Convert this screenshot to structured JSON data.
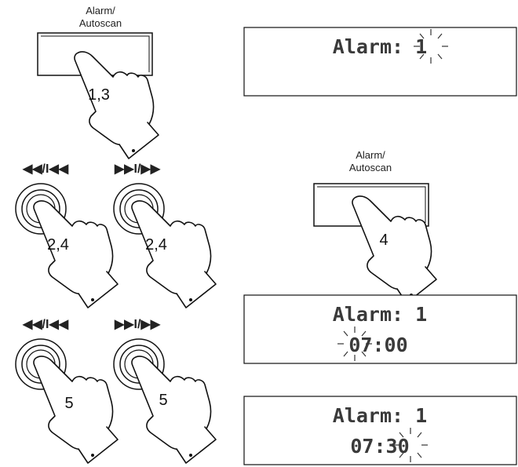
{
  "alarm_button_label_line1": "Alarm/",
  "alarm_button_label_line2": "Autoscan",
  "back_buttons_label": "◀◀/I◀◀",
  "forward_buttons_label": "▶▶I/▶▶",
  "step_labels": {
    "press_alarm_first": "1,3",
    "tune_back_first": "2,4",
    "tune_forward_first": "2,4",
    "press_alarm_second": "4",
    "tune_back_second": "5",
    "tune_forward_second": "5"
  },
  "displays": [
    {
      "line1": "Alarm: 1",
      "line2": ""
    },
    {
      "line1": "Alarm: 1",
      "line2": "07:00"
    },
    {
      "line1": "Alarm: 1",
      "line2": "07:30"
    }
  ]
}
